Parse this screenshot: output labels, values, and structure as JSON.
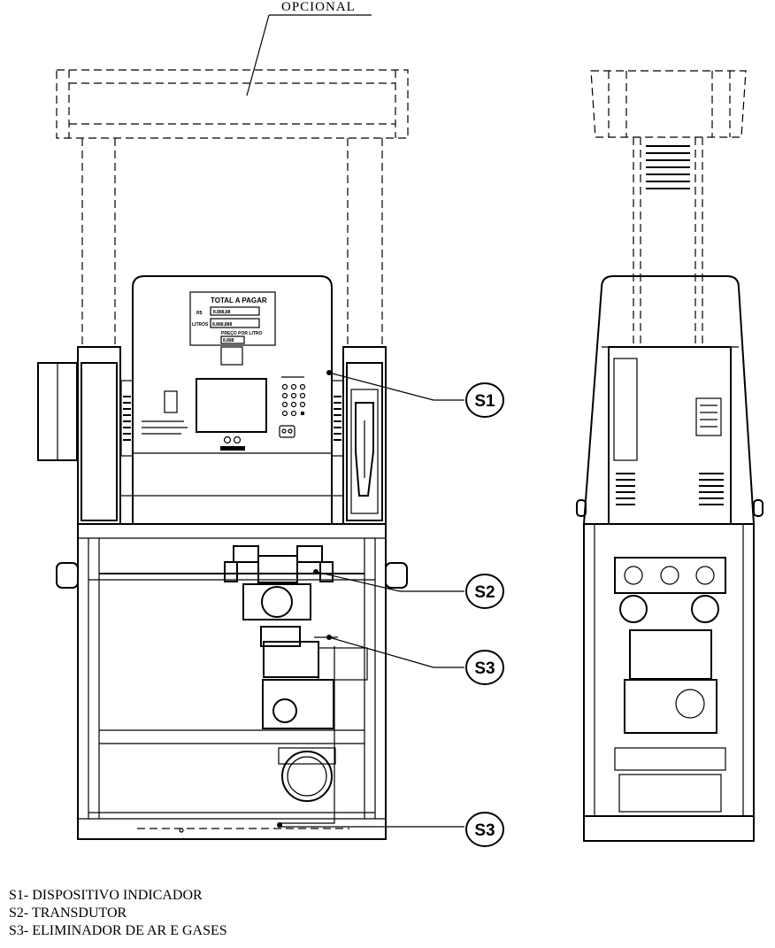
{
  "header_label": "OPCIONAL",
  "display_panel": {
    "title": "TOTAL A PAGAR",
    "price_prefix": "R$",
    "liters_label": "LITROS",
    "amount_digits": "8.888,88",
    "liters_digits": "8.888,888",
    "unit_price_label": "PREÇO POR LITRO",
    "unit_price_digits": "8,888"
  },
  "callouts": [
    {
      "id": "S1",
      "label": "S1"
    },
    {
      "id": "S2",
      "label": "S2"
    },
    {
      "id": "S3a",
      "label": "S3"
    },
    {
      "id": "S3b",
      "label": "S3"
    }
  ],
  "legend": [
    {
      "code": "S1-",
      "text": "DISPOSITIVO INDICADOR"
    },
    {
      "code": "S2-",
      "text": "TRANSDUTOR"
    },
    {
      "code": "S3-",
      "text": "ELIMINADOR DE AR E GASES"
    }
  ],
  "icons": [
    "callout-bubble-icon",
    "keypad-icon",
    "nozzle-icon"
  ]
}
